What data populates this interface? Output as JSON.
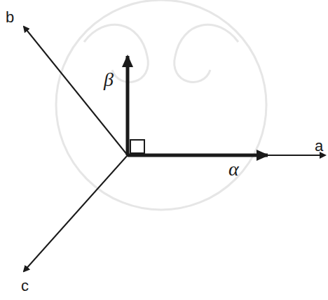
{
  "diagram": {
    "labels": [
      "b",
      "β",
      "a",
      "α",
      "c"
    ]
  }
}
